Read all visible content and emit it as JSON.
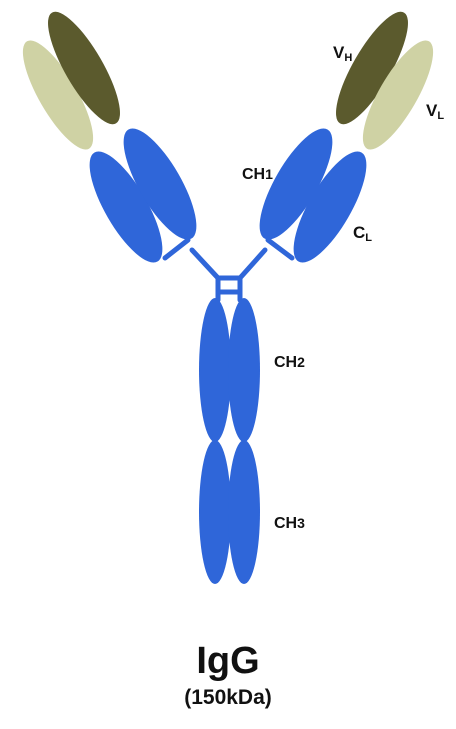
{
  "colors": {
    "heavy_variable": "#5b5a2d",
    "light_variable": "#cfd2a4",
    "constant": "#2f66d9",
    "hinge": "#2f66d9",
    "text": "#111111"
  },
  "labels": {
    "vh": {
      "main": "V",
      "sub": "H"
    },
    "vl": {
      "main": "V",
      "sub": "L"
    },
    "ch1": {
      "main": "CH",
      "sub": "1"
    },
    "cl": {
      "main": "C",
      "sub": "L"
    },
    "ch2": {
      "main": "CH",
      "sub": "2"
    },
    "ch3": {
      "main": "CH",
      "sub": "3"
    }
  },
  "title": {
    "name": "IgG",
    "mass": "(150kDa)"
  }
}
